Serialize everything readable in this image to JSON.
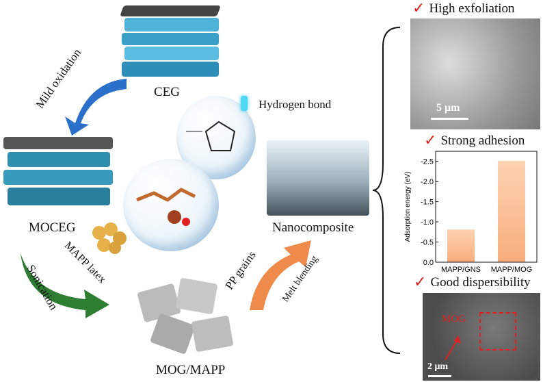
{
  "labels": {
    "ceg": "CEG",
    "moceg": "MOCEG",
    "nanocomposite": "Nanocomposite",
    "mog_mapp": "MOG/MAPP",
    "mild_oxidation": "Mild oxidation",
    "hydrogen_bond": "Hydrogen bond",
    "mapp_latex": "MAPP latex",
    "sonication": "Sonication",
    "pp_grains": "PP grains",
    "melt_blending": "Melt blending"
  },
  "panels": {
    "exfoliation": {
      "title": "High exfoliation",
      "scale": "5 μm"
    },
    "adhesion": {
      "title": "Strong adhesion"
    },
    "dispersibility": {
      "title": "Good dispersibility",
      "scale": "2 μm",
      "annotation": "MOG"
    }
  },
  "colors": {
    "check": "#e02020",
    "bar": "#f9b98c",
    "oxidation_arrow": "#2a6fc9",
    "sonication_arrow": "#2e7d32",
    "melt_arrow": "#ee8a4a"
  },
  "chart_data": {
    "type": "bar",
    "categories": [
      "MAPP/GNS",
      "MAPP/MOG"
    ],
    "values": [
      -0.81,
      -2.51
    ],
    "ylabel": "Adsorption energy (eV)",
    "xlabel": "",
    "ylim": [
      0,
      -2.75
    ],
    "yticks": [
      "0.0",
      "-0.5",
      "-1.0",
      "-1.5",
      "-2.0",
      "-2.5"
    ],
    "ytick_values": [
      0,
      -0.5,
      -1.0,
      -1.5,
      -2.0,
      -2.5
    ]
  }
}
